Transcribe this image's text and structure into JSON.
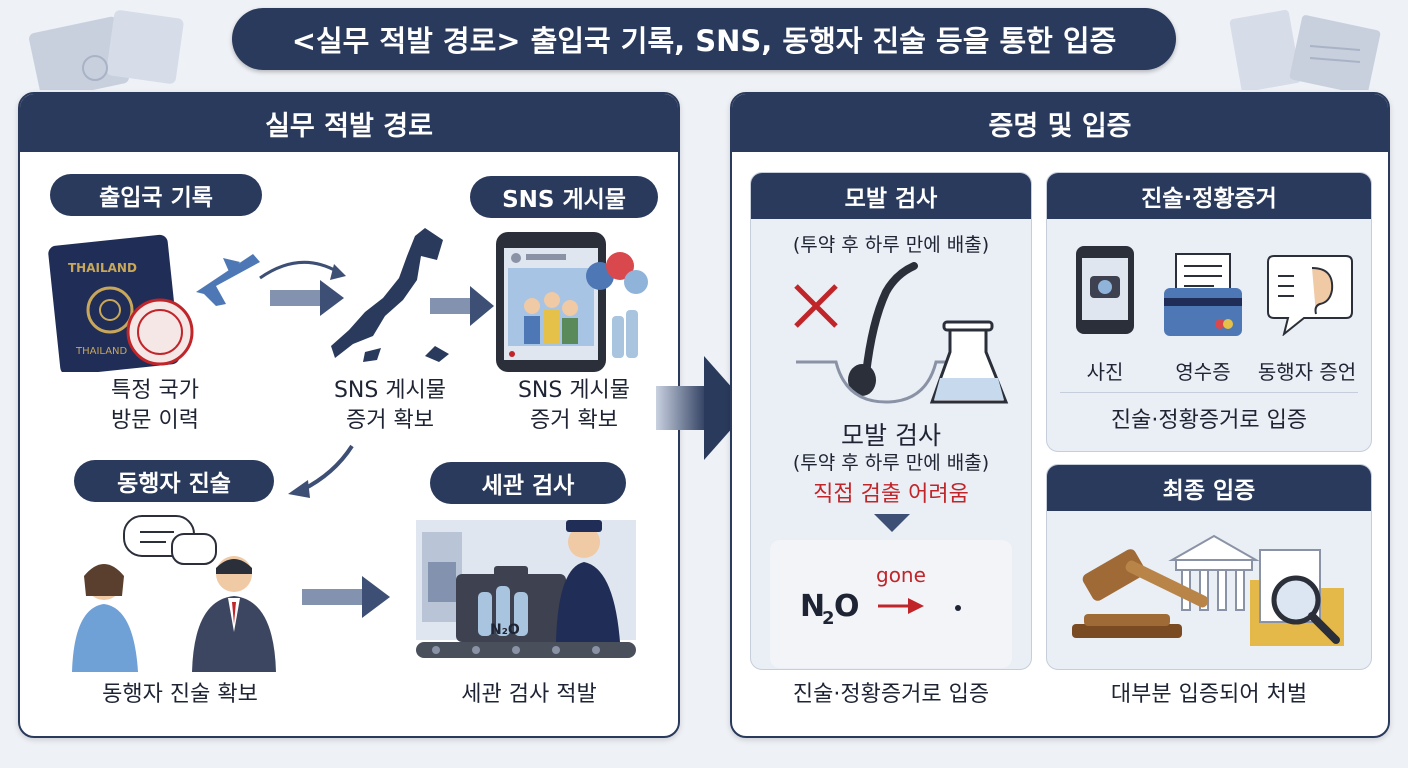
{
  "title": "<실무 적발 경로> 출입국 기록, SNS, 동행자 진술 등을 통한 입증",
  "left": {
    "heading": "실무 적발 경로",
    "entry": {
      "pill": "출입국 기록",
      "caption_l1": "특정 국가",
      "caption_l2": "방문 이력",
      "passport_text": "THAILAND",
      "passport_text2": "THAILAND"
    },
    "map": {
      "caption_l1": "SNS 게시물",
      "caption_l2": "증거 확보"
    },
    "sns": {
      "pill": "SNS 게시물",
      "caption_l1": "SNS 게시물",
      "caption_l2": "증거 확보"
    },
    "companion": {
      "pill": "동행자 진술",
      "caption": "동행자 진술 확보"
    },
    "customs": {
      "pill": "세관 검사",
      "caption": "세관 검사 적발",
      "bag_label": "N₂O"
    }
  },
  "right": {
    "heading": "증명 및 입증",
    "hair": {
      "head": "모발 검사",
      "note_top": "(투약 후 하루 만에 배출)",
      "label": "모발 검사",
      "note": "(투약 후 하루 만에 배출)",
      "warning": "직접 검출 어려움",
      "n2o_label": "gone",
      "caption": "진술·정황증거로 입증"
    },
    "evidence": {
      "head": "진술·정황증거",
      "items": [
        "사진",
        "영수증",
        "동행자 증언"
      ],
      "caption": "진술·정황증거로 입증"
    },
    "final": {
      "head": "최종 입증",
      "caption": "대부분 입증되어 처벌"
    }
  },
  "colors": {
    "navy": "#2a3a5c",
    "accent_red": "#c0252a",
    "arrow": "#3d4f74"
  }
}
